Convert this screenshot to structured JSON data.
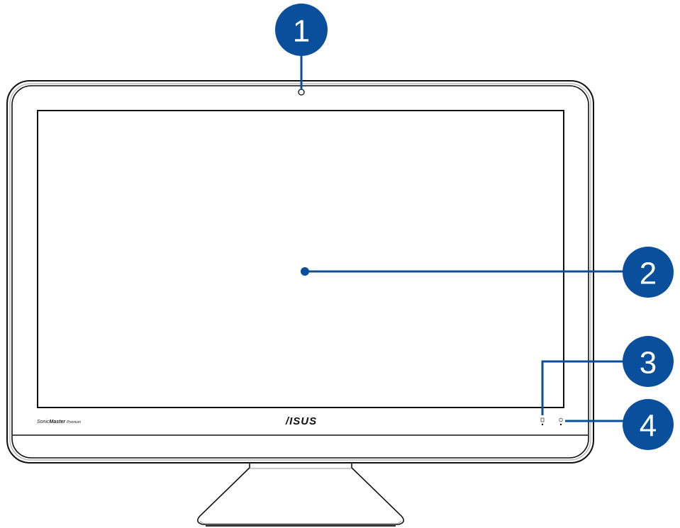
{
  "diagram": {
    "subject": "All-in-One PC front view",
    "brand_logo": "/ISUS",
    "audio_badge": {
      "prefix": "Sonic",
      "main": "Master",
      "suffix": "Premium"
    },
    "callout_color": "#0a4f9c",
    "callouts": [
      {
        "number": "1",
        "target": "webcam"
      },
      {
        "number": "2",
        "target": "display-panel"
      },
      {
        "number": "3",
        "target": "hard-disk-drive-led"
      },
      {
        "number": "4",
        "target": "power-indicator"
      }
    ]
  }
}
